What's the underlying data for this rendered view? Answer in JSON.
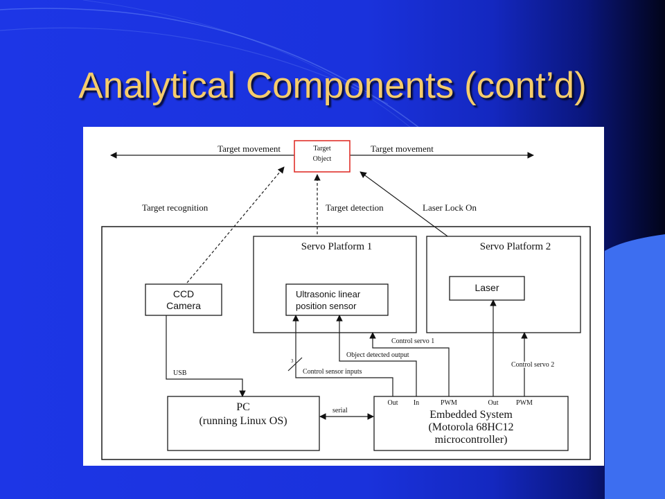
{
  "slide": {
    "title": "Analytical Components (cont’d)"
  },
  "diagram": {
    "target_object": {
      "line1": "Target",
      "line2": "Object"
    },
    "target_movement_left": "Target movement",
    "target_movement_right": "Target movement",
    "edge_labels": {
      "target_recognition": "Target recognition",
      "target_detection": "Target detection",
      "laser_lock_on": "Laser Lock On",
      "usb": "USB",
      "serial": "serial",
      "control_sensor_inputs": "Control sensor inputs",
      "bus_width": "3",
      "object_detected_output": "Object detected output",
      "control_servo_1": "Control servo 1",
      "control_servo_2": "Control servo 2"
    },
    "servo_platform_1": {
      "label": "Servo Platform 1"
    },
    "servo_platform_2": {
      "label": "Servo Platform 2"
    },
    "ultrasonic_sensor": {
      "line1": "Ultrasonic linear",
      "line2": "position sensor"
    },
    "laser": {
      "label": "Laser"
    },
    "ccd_camera": {
      "line1": "CCD",
      "line2": "Camera"
    },
    "pc": {
      "line1": "PC",
      "line2": "(running Linux OS)"
    },
    "embedded_system": {
      "ports": [
        "Out",
        "In",
        "PWM",
        "Out",
        "PWM"
      ],
      "line1": "Embedded System",
      "line2": "(Motorola 68HC12",
      "line3": "microcontroller)"
    }
  },
  "colors": {
    "title": "#f5cc6c",
    "background": "#1a33e0",
    "accent_panel": "#3d6ef0",
    "target_box_border": "#e0302a"
  }
}
